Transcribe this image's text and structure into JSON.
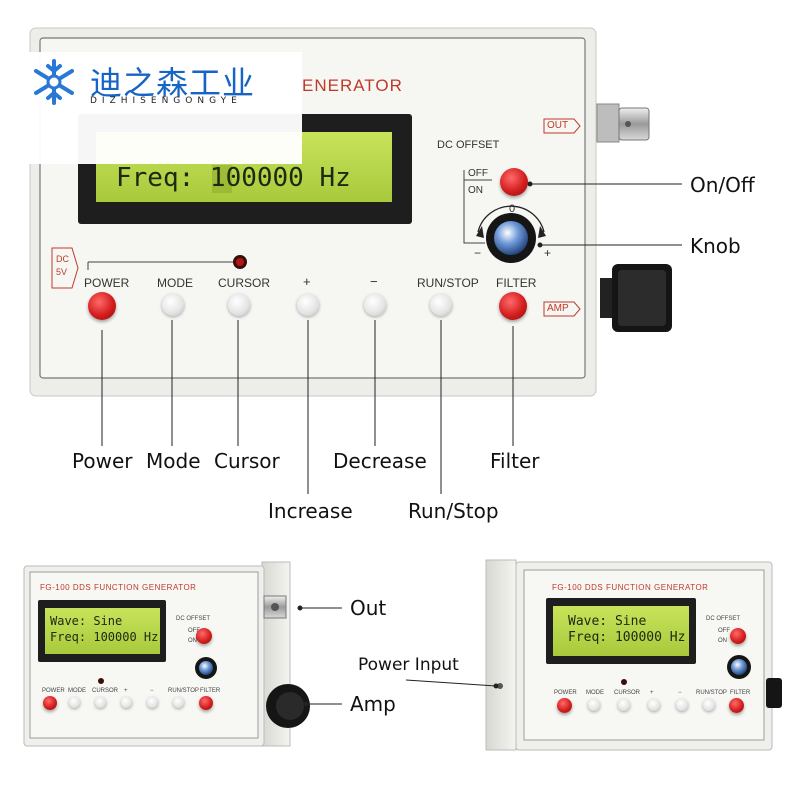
{
  "logo": {
    "brand_cn": "迪之森工业",
    "brand_en": "DIZHISENGONGYE"
  },
  "device": {
    "title_partial": "ENERATOR",
    "title_small": "FG-100 DDS FUNCTION GENERATOR",
    "lcd_main": "Freq: 100000 Hz",
    "lcd_line1": "Wave: Sine",
    "lcd_line2": "Freq: 100000 Hz",
    "dc_offset": "DC OFFSET",
    "off": "OFF",
    "on": "ON",
    "knob_zero": "0",
    "knob_minus": "−",
    "knob_plus": "+",
    "out_tag": "OUT",
    "amp_tag": "AMP",
    "dc_tag_line1": "DC",
    "dc_tag_line2": "5V",
    "buttons": {
      "power": "POWER",
      "mode": "MODE",
      "cursor": "CURSOR",
      "increase": "+",
      "decrease": "−",
      "run_stop": "RUN/STOP",
      "filter": "FILTER"
    }
  },
  "callouts": {
    "on_off": "On/Off",
    "knob": "Knob",
    "power": "Power",
    "mode": "Mode",
    "cursor": "Cursor",
    "decrease": "Decrease",
    "filter": "Filter",
    "increase": "Increase",
    "run_stop": "Run/Stop",
    "out": "Out",
    "amp": "Amp",
    "power_input": "Power Input"
  },
  "colors": {
    "brand_blue": "#1664c4",
    "accent_red": "#d41e1e",
    "lcd_green": "#b8d64a"
  }
}
